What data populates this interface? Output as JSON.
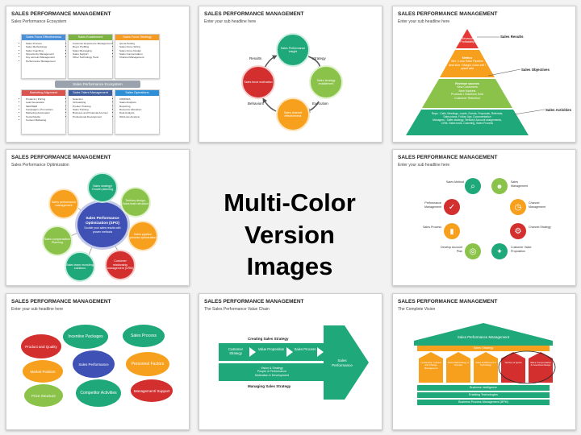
{
  "center_caption": {
    "line1": "Multi-Color",
    "line2": "Version Images"
  },
  "slides": [
    {
      "title": "SALES PERFORMANCE MANAGEMENT",
      "subtitle": "Sales Performance Ecosystem",
      "center_bar": "Sales Performance Ecosystem",
      "boxes": [
        {
          "header": "Sales Force Effectiveness",
          "color": "#4a90d9",
          "items": [
            "Sales Process",
            "Sales Methodology",
            "Sales Coaching",
            "Opportunity Management",
            "Key account Management",
            "Performance Management"
          ]
        },
        {
          "header": "Sales Enablement",
          "color": "#7cb342",
          "items": [
            "Customer Experience Management",
            "Buyer Profiling",
            "Sales Messaging",
            "Sales Support",
            "Other Technology Tools"
          ]
        },
        {
          "header": "Sales Force Strategy",
          "color": "#f59a23",
          "items": [
            "Quota Setting",
            "Sales Force Sizing",
            "Sales Force Design",
            "Sales Compensation",
            "Channel Management"
          ]
        },
        {
          "header": "Marketing Alignment",
          "color": "#d9534f",
          "items": [
            "Products | Pricing",
            "Lead Generation",
            "SEO/SEM",
            "Campaigns | Promotions",
            "Marketing Automation",
            "Social Media",
            "Content Marketing"
          ]
        },
        {
          "header": "Sales Talent Management",
          "color": "#3f5f9f",
          "items": [
            "Selection",
            "Onboarding",
            "Product Training",
            "Sales Training",
            "Business and Financial Acumen",
            "Professional Development"
          ]
        },
        {
          "header": "Sales Operations",
          "color": "#2f8fd6",
          "items": [
            "CRM/SFA",
            "Sales Analytics",
            "Reporting",
            "Resource Allocation",
            "Deal Analysis",
            "Win/Loss Analysis"
          ]
        }
      ]
    },
    {
      "title": "SALES PERFORMANCE MANAGEMENT",
      "subtitle": "Enter your sub headline here",
      "circles": [
        "Sales Performance insight",
        "Sales strategy enablement",
        "Sales channel effectiveness",
        "Sales force motivation"
      ],
      "labels": [
        "Strategy",
        "Execution",
        "Behaviors",
        "Results"
      ]
    },
    {
      "title": "SALES PERFORMANCE MANAGEMENT",
      "subtitle": "Enter your sub headline here",
      "tiers": [
        {
          "lines": [
            "Revenue",
            "Profitability"
          ]
        },
        {
          "lines": [
            "Metrics",
            "Win / Loss Ratio Pipeline",
            "deal size / Margin cross sell /",
            "upsell rate"
          ]
        },
        {
          "lines": [
            "Revenue sources",
            "New Customers",
            "New Markets",
            "Products / Solutions Sold",
            "Customer Retention"
          ]
        },
        {
          "lines": [
            "Reps : Calls, Meetings, Leads, Events, Proposals, Referrals,",
            "Sales plans, Follow Ups, Documentation",
            "Managers : Sales strategy, Territory/ Account assignments,",
            "CRM, Sales tools, Coaching, Sales Process"
          ]
        }
      ],
      "side_labels": [
        "Sales Results",
        "Sales Objectives",
        "Sales Activities"
      ]
    },
    {
      "title": "SALES PERFORMANCE MANAGEMENT",
      "subtitle": "Sales Performance Optimization",
      "hub_title": "Sales Performance Optimization (SPO)",
      "hub_text": "Double your sales results with proven methods",
      "spokes": [
        "Sales strategy/ Growth planning",
        "Territory design, Sales team structure",
        "Sales pipeline process optimization",
        "Customer relationship management (CRM)",
        "Sales team recruiting solutions",
        "Sales compensation Planning",
        "Sales performance management"
      ]
    },
    {
      "title": "SALES PERFORMANCE MANAGEMENT",
      "subtitle": "Enter your sub headline here",
      "items": [
        "Sales Method",
        "Sales Management",
        "Performance Management",
        "Channel Management",
        "Sales Process",
        "Channel Strategy",
        "Develop Account Plan",
        "Customer Value Proposition"
      ]
    },
    {
      "title": "SALES PERFORMANCE MANAGEMENT",
      "subtitle": "Enter your sub headline here",
      "center": "Sales Performance",
      "bubbles": [
        "Incentive Packages",
        "Sales Process",
        "Product and Quality",
        "Personnel Factors",
        "Market Position",
        "Management/ Support",
        "Price Structure",
        "Competitor Activities"
      ]
    },
    {
      "title": "SALES PERFORMANCE MANAGEMENT",
      "subtitle": "The Sales Performance Value Chain",
      "top_label": "Creating Sales Strategy",
      "bottom_label": "Managing Sales Strategy",
      "chain": [
        "Customer Strategy",
        "Value Proposition",
        "Sales Process"
      ],
      "arrow_text": "Sales Performance",
      "lower_lines": [
        "Vision & Strategy",
        "People & Performance",
        "Motivation & Development"
      ]
    },
    {
      "title": "SALES PERFORMANCE MANAGEMENT",
      "subtitle": "The Complete Vision",
      "roof": "Sales Performance Management",
      "strategy": "Sales Strategy",
      "pillars": [
        "Leadership, Cultural and Change Management",
        "Sales Methodology & Process",
        "Sales Enablement & Technology",
        "Territory & Quota",
        "Sales Compensation & Incentives Design"
      ],
      "foundation": [
        "Business Intelligence",
        "Enabling Technologies",
        "Business Process Management (BPM)"
      ]
    }
  ]
}
